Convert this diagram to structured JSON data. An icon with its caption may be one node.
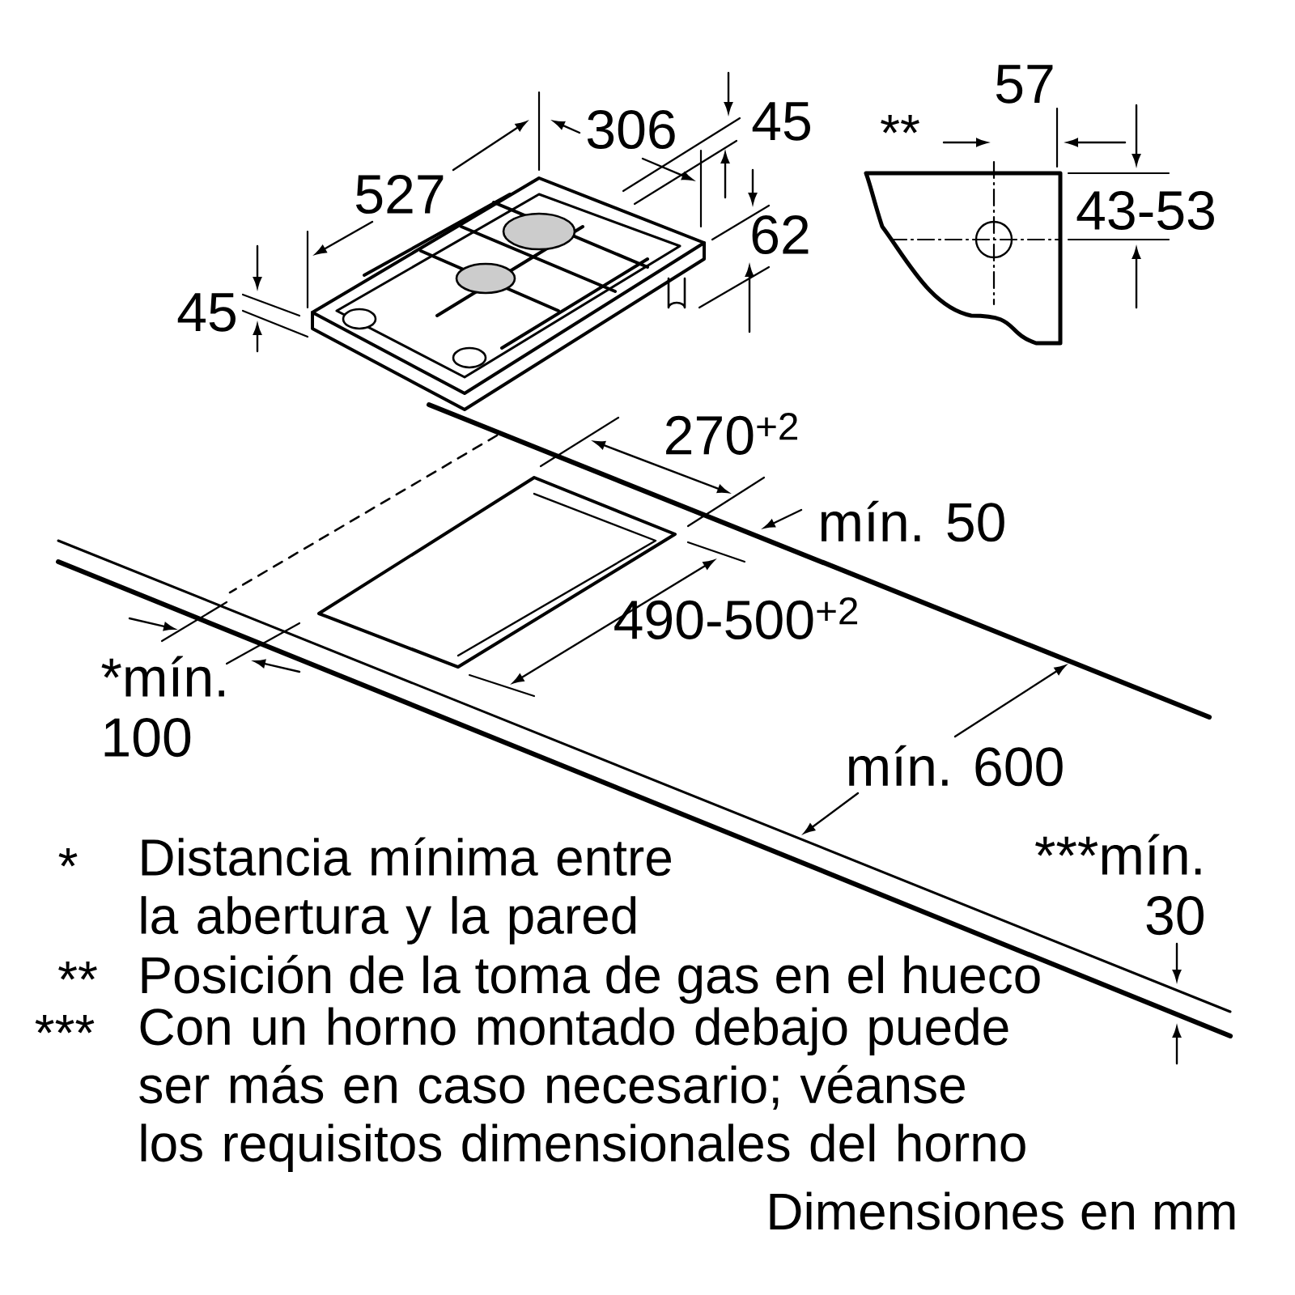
{
  "diagram": {
    "labels": [
      "57",
      "306",
      "45",
      "**",
      "527",
      "43-53",
      "62",
      "45",
      "270$^{+2}$",
      "mín. 50",
      "490-500$^{+2}$",
      "*mín. 100",
      "mín. 600",
      "***mín. 30",
      "*",
      "Distancia mínima entre la abertura y la pared",
      "**",
      "Posición de la toma de gas en el hueco",
      "***",
      "Con un horno montado debajo puede ser más en caso necesario; véanse los requisitos dimensionales del horno",
      "Dimensiones en mm"
    ]
  }
}
